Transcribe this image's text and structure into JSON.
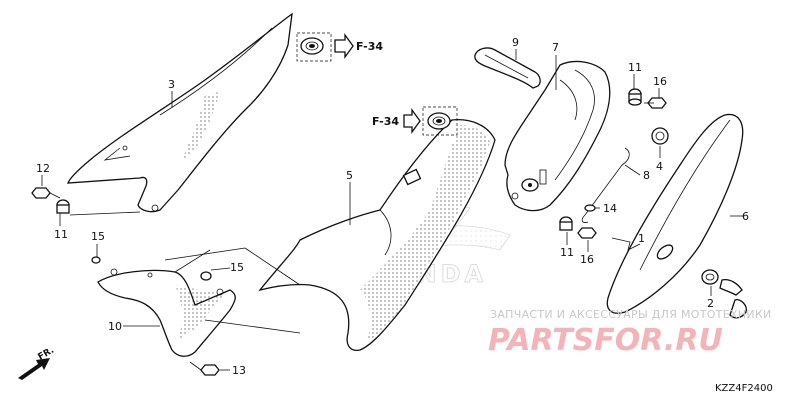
{
  "callouts": {
    "p3": "3",
    "p5": "5",
    "p6": "6",
    "p7": "7",
    "p9": "9",
    "p11a": "11",
    "p16a": "16",
    "p4": "4",
    "p8": "8",
    "p14": "14",
    "p11b": "11",
    "p16b": "16",
    "p1": "1",
    "p2": "2",
    "p12": "12",
    "p11c": "11",
    "p15a": "15",
    "p15b": "15",
    "p10": "10",
    "p13": "13"
  },
  "refs": {
    "top": "F-34",
    "middle": "F-34"
  },
  "direction_label": "FR.",
  "diagram_code": "KZZ4F2400",
  "background_logo": "HONDA",
  "watermark": {
    "line1": "ЗАПЧАСТИ И АКСЕССУАРЫ ДЛЯ МОТОТЕХНИКИ",
    "line2": "PARTSFOR.RU"
  },
  "colors": {
    "line": "#111111",
    "watermark_pink": "#f4b3b7",
    "watermark_gray": "#c8c8c8"
  }
}
